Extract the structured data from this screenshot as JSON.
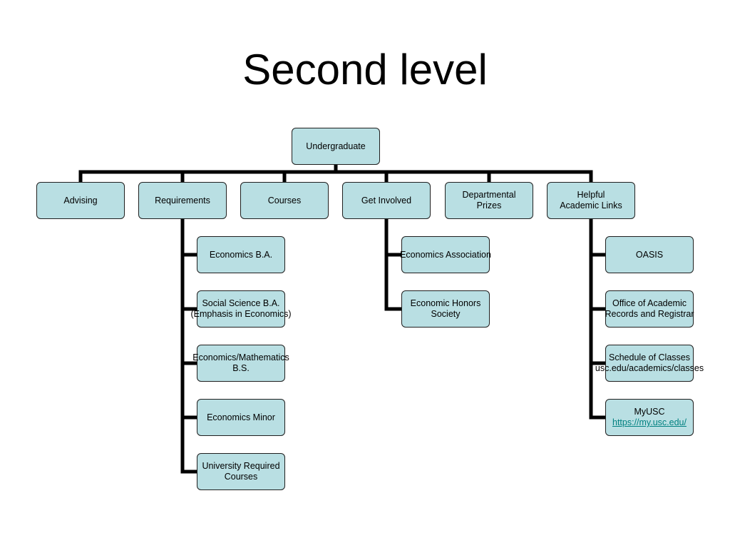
{
  "title": "Second level",
  "org_chart": {
    "root": {
      "label": "Undergraduate"
    },
    "level2": [
      {
        "label": "Advising"
      },
      {
        "label": "Requirements"
      },
      {
        "label": "Courses"
      },
      {
        "label": "Get Involved"
      },
      {
        "label": "Departmental Prizes",
        "lines": [
          "Departmental",
          "Prizes"
        ]
      },
      {
        "label": "Helpful Academic Links",
        "lines": [
          "Helpful",
          "Academic Links"
        ]
      }
    ],
    "requirements_children": [
      {
        "label": "Economics B.A."
      },
      {
        "label": "Social Science B.A. (Emphasis in Economics)",
        "lines": [
          "Social Science B.A.",
          "(Emphasis in Economics)"
        ]
      },
      {
        "label": "Economics/Mathematics B.S.",
        "lines": [
          "Economics/Mathematics",
          "B.S."
        ]
      },
      {
        "label": "Economics Minor"
      },
      {
        "label": "University Required Courses",
        "lines": [
          "University Required",
          "Courses"
        ]
      }
    ],
    "get_involved_children": [
      {
        "label": "Economics Association"
      },
      {
        "label": "Economic Honors Society",
        "lines": [
          "Economic Honors",
          "Society"
        ]
      }
    ],
    "helpful_links_children": [
      {
        "label": "OASIS"
      },
      {
        "label": "Office of Academic Records and Registrar",
        "lines": [
          "Office of Academic",
          "Records and Registrar"
        ]
      },
      {
        "label": "Schedule of Classes usc.edu/academics/classes",
        "lines": [
          "Schedule of Classes",
          "usc.edu/academics/classes"
        ]
      },
      {
        "label": "MyUSC https://my.usc.edu/",
        "lines": [
          "MyUSC"
        ],
        "link": "https://my.usc.edu/"
      }
    ]
  },
  "colors": {
    "node_fill": "#b9dfe3",
    "node_border": "#1f1f1f",
    "connector": "#000000",
    "link": "#008080"
  }
}
